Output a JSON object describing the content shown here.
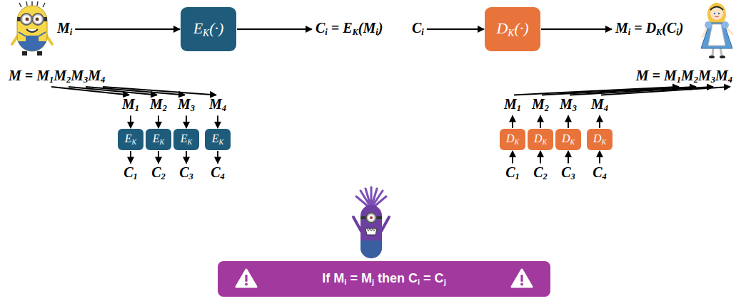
{
  "diagram": {
    "nodes": [
      {
        "text": [
          "EK(·)"
        ]
      },
      {
        "text": [
          "DK(·)"
        ]
      },
      {
        "text": [
          "EK"
        ]
      },
      {
        "text": [
          "EK"
        ]
      },
      {
        "text": [
          "EK"
        ]
      },
      {
        "text": [
          "EK"
        ]
      },
      {
        "text": [
          "DK"
        ]
      },
      {
        "text": [
          "DK"
        ]
      },
      {
        "text": [
          "DK"
        ]
      },
      {
        "text": [
          "DK"
        ]
      },
      {
        "text": [
          "If Mi = Mj then Ci = Cj"
        ]
      }
    ],
    "labels": [
      "Mi",
      "Ci = EK(Mi)",
      "Ci",
      "Mi = DK(Ci)",
      "M = M1M2M3M4",
      "M1",
      "M2",
      "M3",
      "M4",
      "C1",
      "C2",
      "C3",
      "C4",
      "M = M1M2M3M4",
      "M1",
      "M2",
      "M3",
      "M4",
      "C1",
      "C2",
      "C3",
      "C4"
    ]
  }
}
